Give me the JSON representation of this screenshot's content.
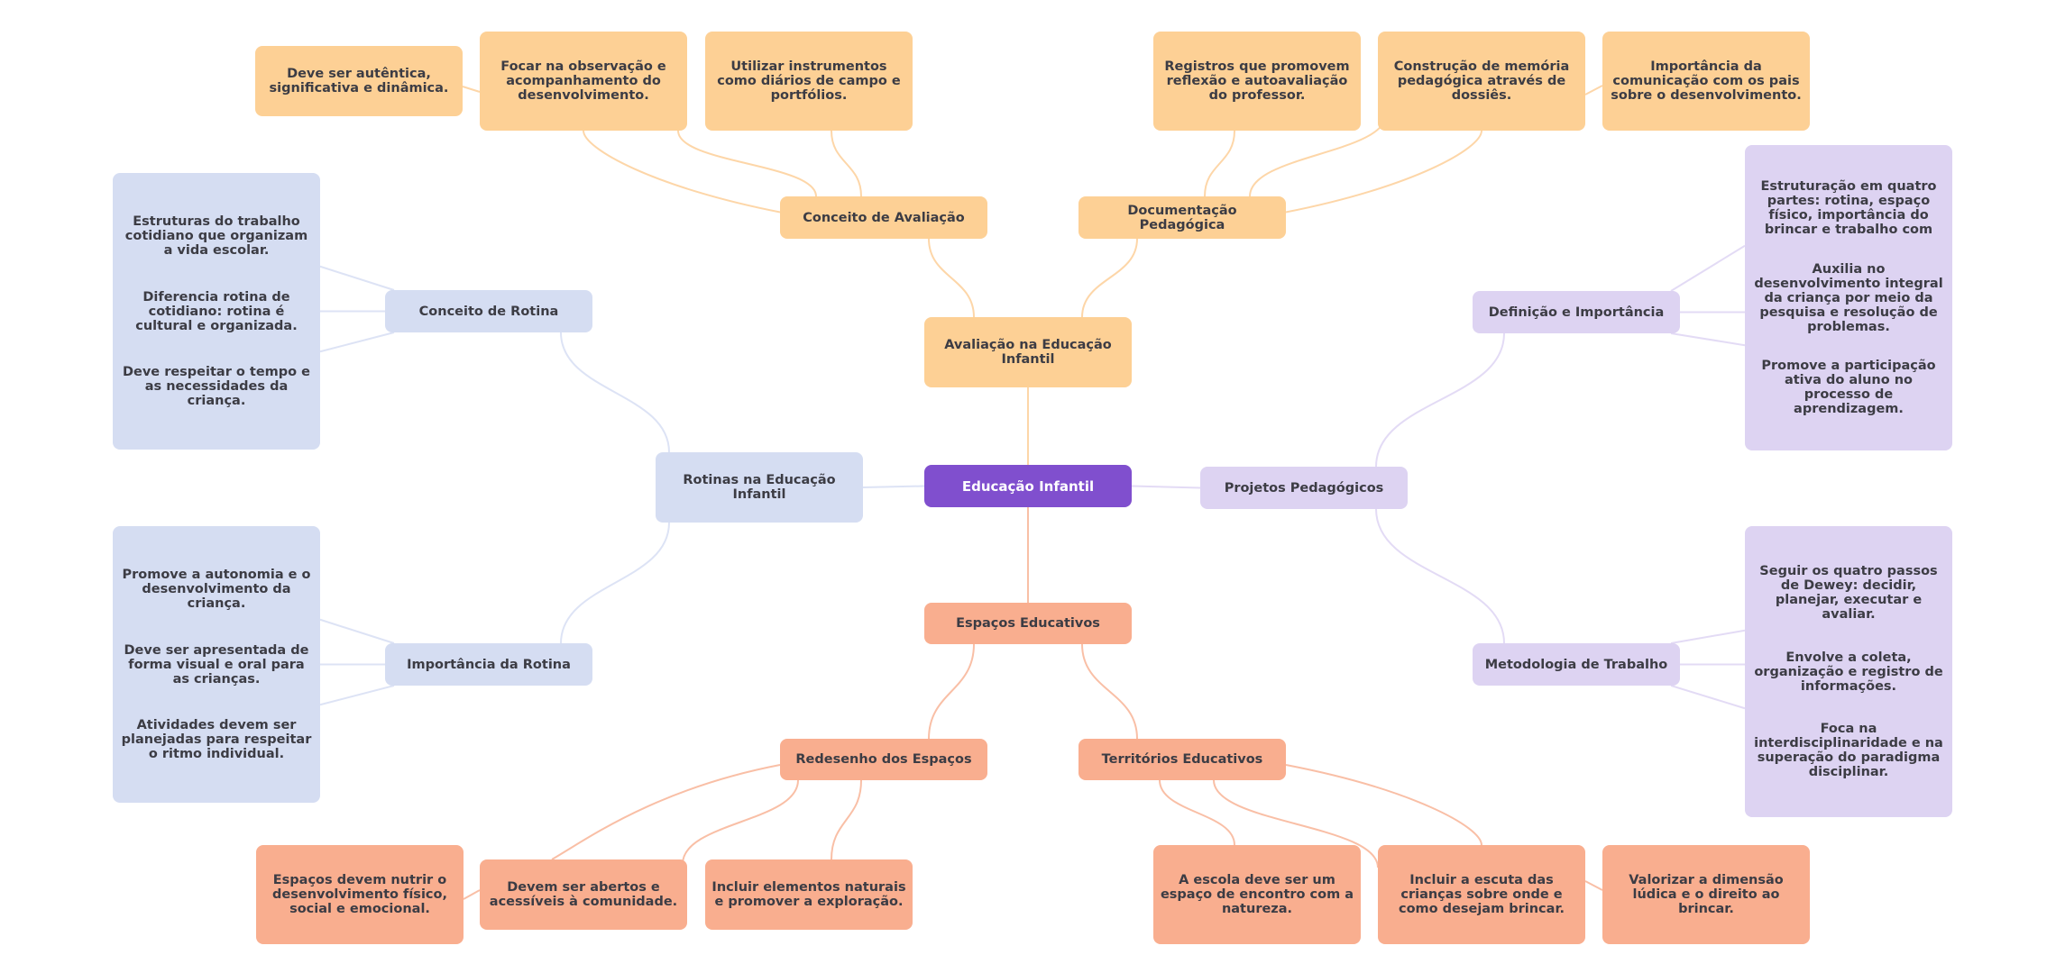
{
  "root": {
    "label": "Educação Infantil"
  },
  "colors": {
    "root": "#804fce",
    "avaliacao": "#fdd095",
    "espacos": "#f9ae8f",
    "rotinas": "#d5ddf2",
    "projetos": "#ddd3f2",
    "text": "#3c3c44"
  },
  "branches": {
    "avaliacao": {
      "label": "Avaliação na Educação Infantil",
      "conceito": {
        "label": "Conceito de Avaliação",
        "items": [
          "Deve ser autêntica, significativa e dinâmica.",
          "Focar na observação e acompanhamento do desenvolvimento.",
          "Utilizar instrumentos como diários de campo e portfólios."
        ]
      },
      "documentacao": {
        "label": "Documentação Pedagógica",
        "items": [
          "Registros que promovem reflexão e autoavaliação do professor.",
          "Construção de memória pedagógica através de dossiês.",
          "Importância da comunicação com os pais sobre o desenvolvimento."
        ]
      }
    },
    "rotinas": {
      "label": "Rotinas na Educação Infantil",
      "conceito": {
        "label": "Conceito de Rotina",
        "items": [
          "Estruturas do trabalho cotidiano que organizam a vida escolar.",
          "Diferencia rotina de cotidiano: rotina é cultural e organizada.",
          "Deve respeitar o tempo e as necessidades da criança."
        ]
      },
      "importancia": {
        "label": "Importância da Rotina",
        "items": [
          "Promove a autonomia e o desenvolvimento da criança.",
          "Deve ser apresentada de forma visual e oral para as crianças.",
          "Atividades devem ser planejadas para respeitar o ritmo individual."
        ]
      }
    },
    "projetos": {
      "label": "Projetos Pedagógicos",
      "definicao": {
        "label": "Definição e Importância",
        "items": [
          "Estruturação em quatro partes: rotina, espaço físico, importância do brincar e trabalho com",
          "Auxilia no desenvolvimento integral da criança por meio da pesquisa e resolução de problemas.",
          "Promove a participação ativa do aluno no processo de aprendizagem."
        ]
      },
      "metodologia": {
        "label": "Metodologia de Trabalho",
        "items": [
          "Seguir os quatro passos de Dewey: decidir, planejar, executar e avaliar.",
          "Envolve a coleta, organização e registro de informações.",
          "Foca na interdisciplinaridade e na superação do paradigma disciplinar."
        ]
      }
    },
    "espacos": {
      "label": "Espaços Educativos",
      "redesenho": {
        "label": "Redesenho dos Espaços",
        "items": [
          "Espaços devem nutrir o desenvolvimento físico, social e emocional.",
          "Devem ser abertos e acessíveis à comunidade.",
          "Incluir elementos naturais e promover a exploração."
        ]
      },
      "territorios": {
        "label": "Territórios Educativos",
        "items": [
          "A escola deve ser um espaço de encontro com a natureza.",
          "Incluir a escuta das crianças sobre onde e como desejam brincar.",
          "Valorizar a dimensão lúdica e o direito ao brincar."
        ]
      }
    }
  }
}
